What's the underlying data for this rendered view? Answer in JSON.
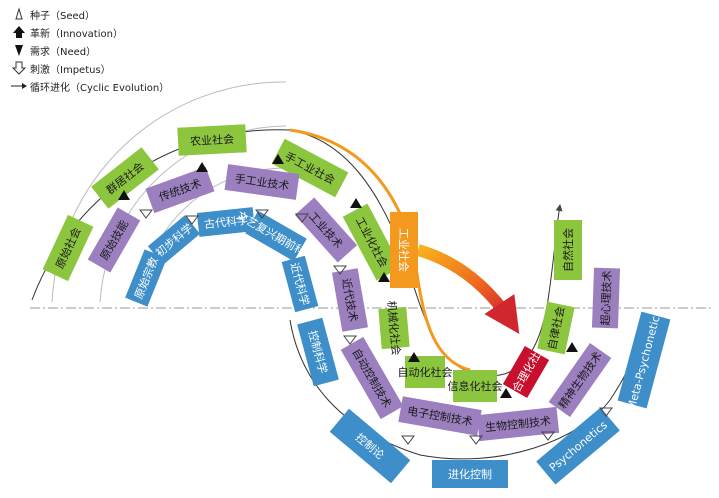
{
  "colors": {
    "green": "#8cc63f",
    "purple": "#9b7fbf",
    "blue": "#3d8ec9",
    "orange": "#f39a1e",
    "red": "#c8102e",
    "arrow": "#5a5a5a"
  },
  "legend": [
    {
      "icon": "seed-icon",
      "text": "种子（Seed）"
    },
    {
      "icon": "innovation-icon",
      "text": "革新（Innovation）"
    },
    {
      "icon": "need-icon",
      "text": "需求（Need）"
    },
    {
      "icon": "impetus-icon",
      "text": "刺激（Impetus）"
    },
    {
      "icon": "cyclic-evolution-icon",
      "text": "循环进化（Cyclic Evolution）"
    }
  ],
  "society": [
    "原始社会",
    "群居社会",
    "农业社会",
    "手工业社会",
    "工业化社会",
    "机械化社会",
    "自动化社会",
    "信息化社会",
    "最合理化社会",
    "自律社会",
    "自然社会"
  ],
  "technology": [
    "原始技能",
    "传统技术",
    "手工业技术",
    "工业技术",
    "近代技术",
    "自动控制技术",
    "电子控制技术",
    "生物控制技术",
    "精神生物技术",
    "超心理技术"
  ],
  "science": [
    "原始宗教",
    "初步科学",
    "古代科学",
    "文艺复兴期前科学",
    "近代科学",
    "控制科学",
    "控制论",
    "进化控制",
    "Psychonetics",
    "Meta-Psychonetics"
  ],
  "bar_label": "工业社会"
}
